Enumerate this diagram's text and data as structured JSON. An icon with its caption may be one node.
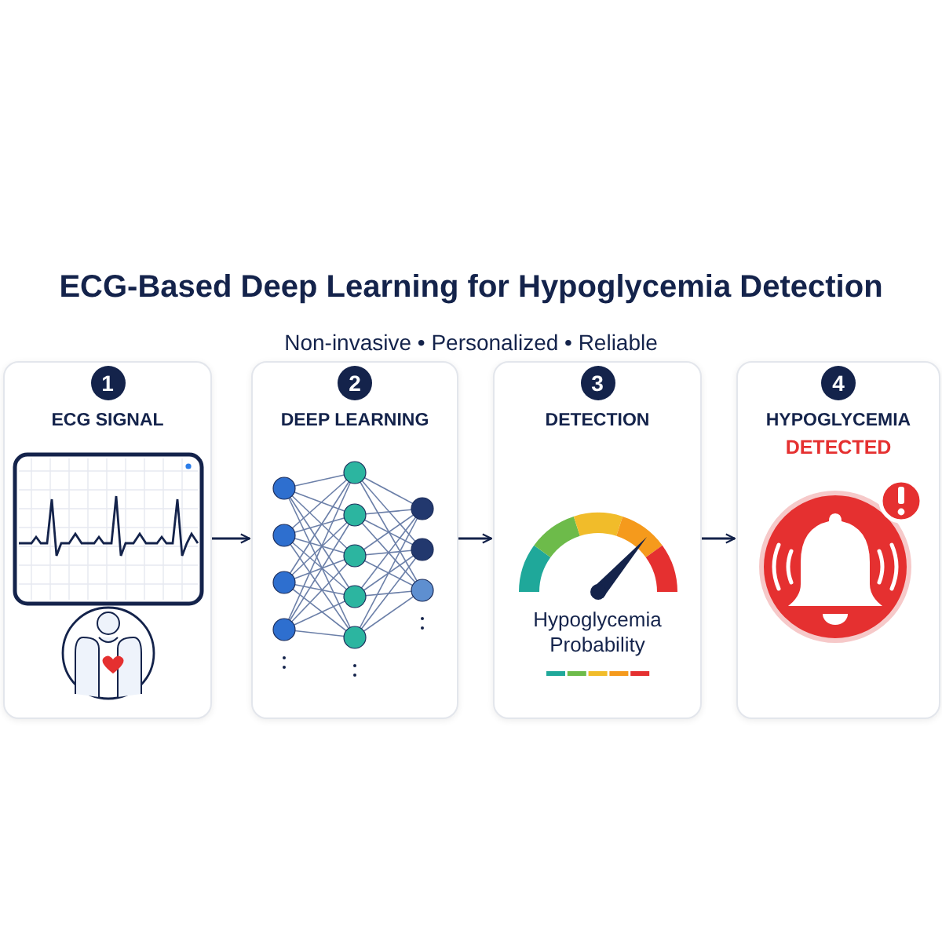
{
  "diagram": {
    "title": "ECG-Based Deep Learning for Hypoglycemia Detection",
    "nodes": [
      {
        "text": [
          "1",
          "ECG SIGNAL"
        ]
      },
      {
        "text": [
          "2",
          "DEEP LEARNING"
        ]
      },
      {
        "text": [
          "3",
          "DETECTION",
          "Hypoglycemia Probability"
        ]
      },
      {
        "text": [
          "4",
          "HYPOGLYCEMIA",
          "DETECTED"
        ]
      }
    ],
    "edges": [
      {
        "from": 0,
        "to": 1,
        "arrow": "to"
      },
      {
        "from": 1,
        "to": 2,
        "arrow": "to"
      },
      {
        "from": 2,
        "to": 3,
        "arrow": "to"
      }
    ],
    "labels": [
      "Non-invasive • Personalized • Reliable"
    ]
  }
}
